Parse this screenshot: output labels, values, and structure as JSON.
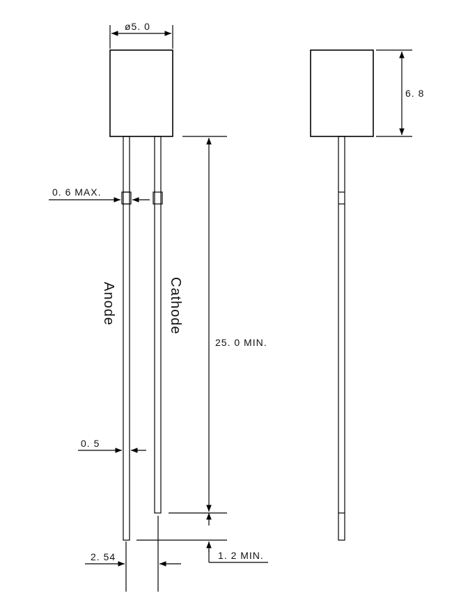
{
  "dimensions": {
    "body_diameter": "ø5. 0",
    "lead_width_max": "0. 6 MAX.",
    "lead_length_min": "25. 0 MIN.",
    "lead_thickness": "0. 5",
    "lead_spacing": "2. 54",
    "lead_offset_min": "1. 2 MIN.",
    "body_height": "6. 8"
  },
  "leads": {
    "anode_label": "Anode",
    "cathode_label": "Cathode"
  }
}
